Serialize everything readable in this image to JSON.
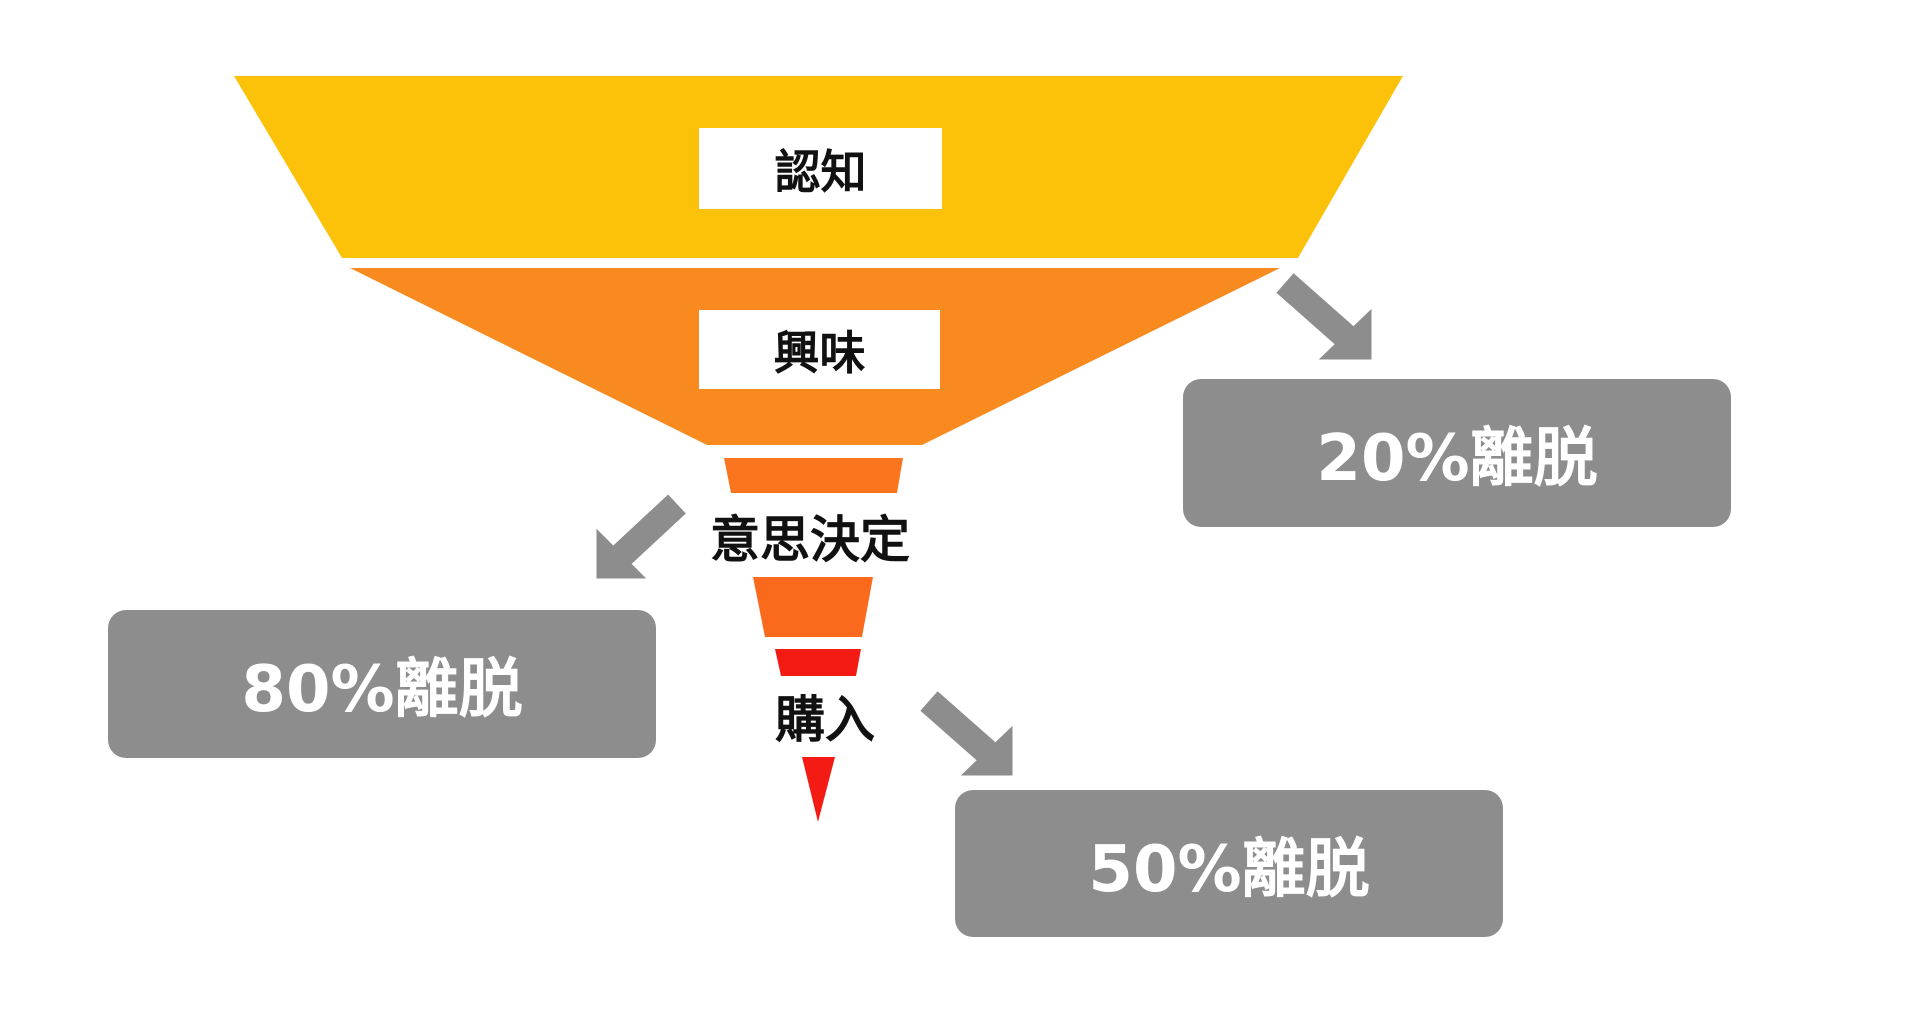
{
  "funnel": {
    "stages": [
      "認知",
      "興味",
      "意思決定",
      "購入"
    ]
  },
  "dropouts": {
    "after_interest": "20%離脱",
    "after_decision": "80%離脱",
    "after_purchase": "50%離脱"
  },
  "colors": {
    "yellow": "#fcc20a",
    "orange": "#f98a1f",
    "orange_dark": "#fb6a1c",
    "red": "#f31b14",
    "gray": "#8d8d8d"
  }
}
